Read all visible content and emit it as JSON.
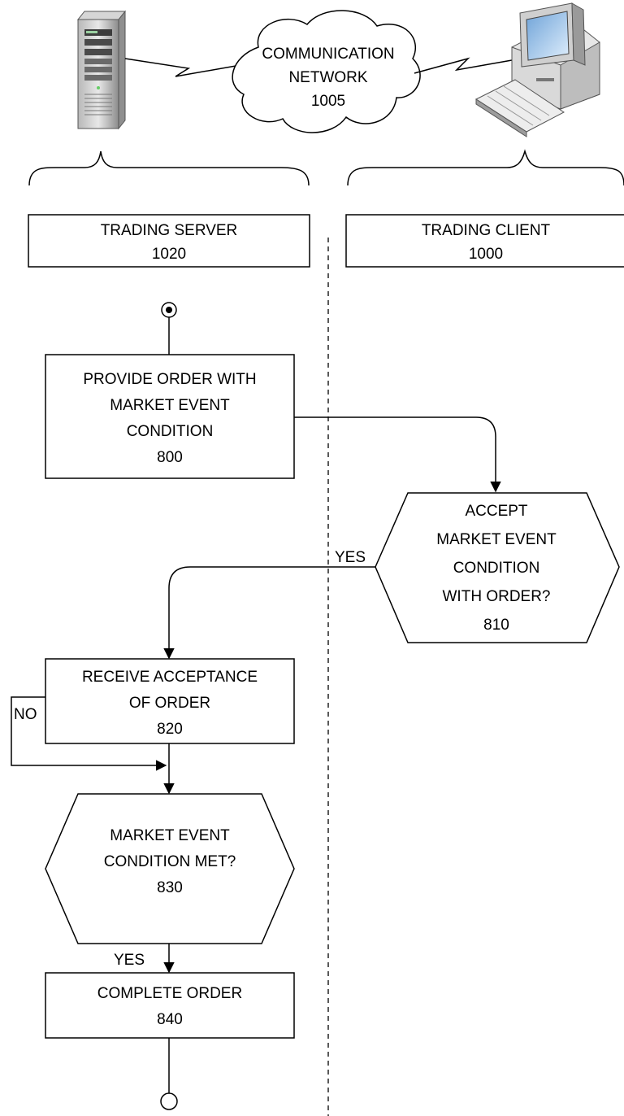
{
  "network": {
    "lines": [
      "COMMUNICATION",
      "NETWORK",
      "1005"
    ]
  },
  "server": {
    "lines": [
      "TRADING SERVER",
      "1020"
    ]
  },
  "client": {
    "lines": [
      "TRADING CLIENT",
      "1000"
    ]
  },
  "step800": {
    "lines": [
      "PROVIDE ORDER WITH",
      "MARKET EVENT",
      "CONDITION",
      "800"
    ]
  },
  "step810": {
    "lines": [
      "ACCEPT",
      "MARKET EVENT",
      "CONDITION",
      "WITH ORDER?",
      "810"
    ]
  },
  "step820": {
    "lines": [
      "RECEIVE ACCEPTANCE",
      "OF ORDER",
      "820"
    ]
  },
  "step830": {
    "lines": [
      "MARKET EVENT",
      "CONDITION MET?",
      "830"
    ]
  },
  "step840": {
    "lines": [
      "COMPLETE ORDER",
      "840"
    ]
  },
  "edge_labels": {
    "yes_810": "YES",
    "no_830": "NO",
    "yes_830": "YES"
  }
}
